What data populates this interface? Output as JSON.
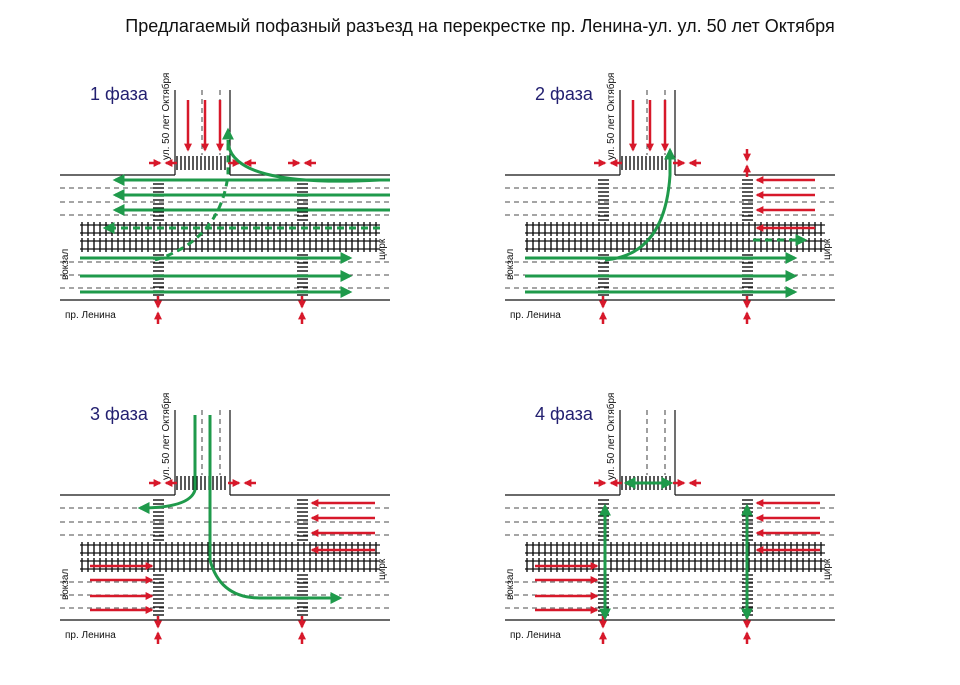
{
  "title": "Предлагаемый пофазный разъезд на перекрестке пр. Ленина-ул. ул. 50 лет Октября",
  "phases": [
    {
      "label": "1 фаза"
    },
    {
      "label": "2 фаза"
    },
    {
      "label": "3 фаза"
    },
    {
      "label": "4 фаза"
    }
  ],
  "labels": {
    "side_street": "ул. 50 лет Октября",
    "left_end": "вокзал",
    "right_end": "цирк",
    "main_street": "пр. Ленина"
  },
  "colors": {
    "allowed_movement": "#1f9a4b",
    "stopped_movement": "#d7182a",
    "phase_label": "#232070"
  }
}
